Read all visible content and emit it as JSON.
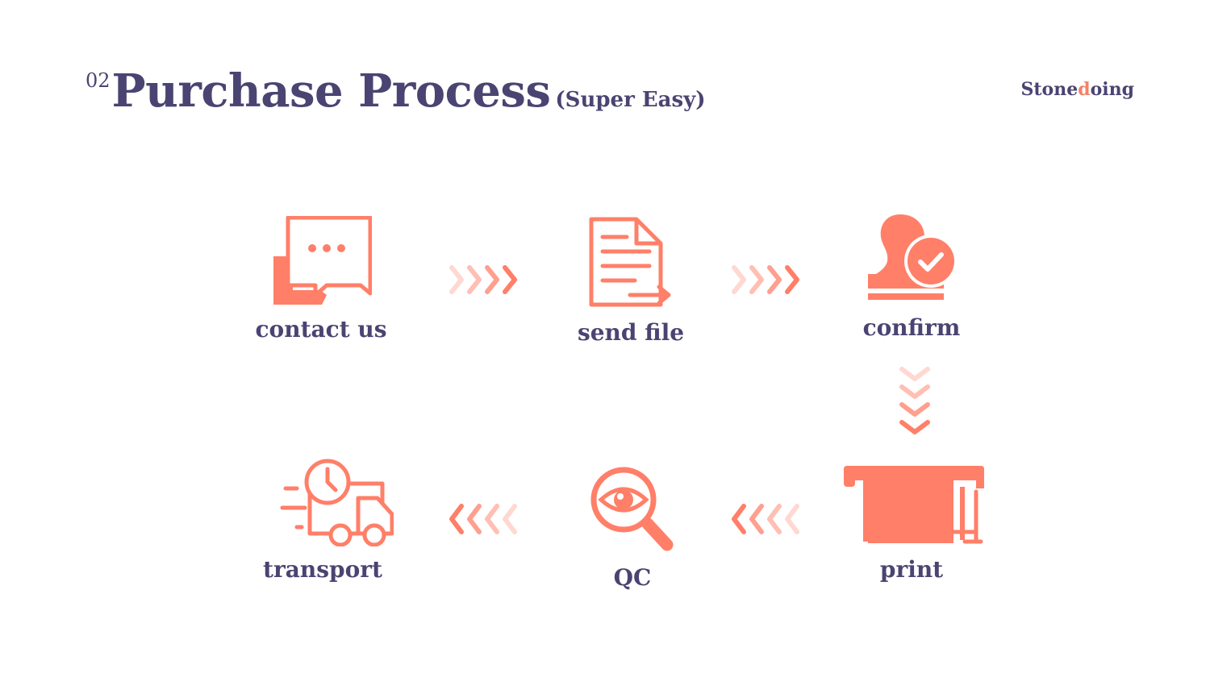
{
  "header": {
    "number": "02",
    "title": "Purchase Process",
    "subtitle": "(Super Easy)",
    "brand_prefix": "Stone",
    "brand_accent": "d",
    "brand_suffix": "oing"
  },
  "colors": {
    "accent": "#ff7f68",
    "text": "#4a4472"
  },
  "steps": [
    {
      "label": "contact us",
      "icon": "chat-bubble-icon"
    },
    {
      "label": "send file",
      "icon": "document-send-icon"
    },
    {
      "label": "confirm",
      "icon": "stamp-check-icon"
    },
    {
      "label": "print",
      "icon": "printer-plotter-icon"
    },
    {
      "label": "QC",
      "icon": "magnifier-eye-icon"
    },
    {
      "label": "transport",
      "icon": "delivery-truck-icon"
    }
  ]
}
